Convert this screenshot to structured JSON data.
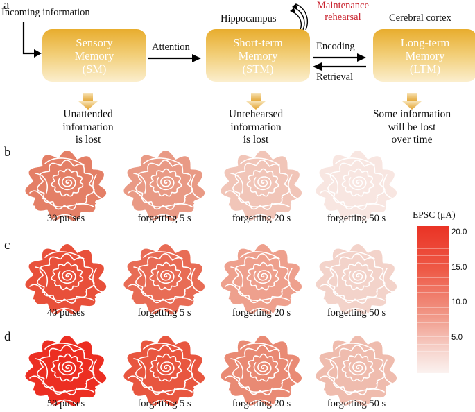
{
  "panels": {
    "a": "a",
    "b": "b",
    "c": "c",
    "d": "d"
  },
  "diagram": {
    "incoming": "Incoming information",
    "attention": "Attention",
    "encoding": "Encoding",
    "retrieval": "Retrieval",
    "hippocampus": "Hippocampus",
    "cerebral_cortex": "Cerebral cortex",
    "maintenance": [
      "Maintenance",
      "rehearsal"
    ],
    "boxes": [
      {
        "lines": [
          "Sensory",
          "Memory",
          "(SM)"
        ]
      },
      {
        "lines": [
          "Short-term",
          "Memory",
          "(STM)"
        ]
      },
      {
        "lines": [
          "Long-term",
          "Memory",
          "(LTM)"
        ]
      }
    ],
    "lost": [
      [
        "Unattended",
        "information",
        "is lost"
      ],
      [
        "Unrehearsed",
        "information",
        "is lost"
      ],
      [
        "Some information",
        "will be lost",
        "over time"
      ]
    ]
  },
  "rose_rows": [
    {
      "panel": "b",
      "captions": [
        "30 pulses",
        "forgetting 5 s",
        "forgetting 20 s",
        "forgetting 50 s"
      ],
      "colors": [
        "#e47f66",
        "#e99a85",
        "#f1c5b8",
        "#f8e6e1"
      ]
    },
    {
      "panel": "c",
      "captions": [
        "40 pulses",
        "forgetting 5 s",
        "forgetting 20 s",
        "forgetting 50 s"
      ],
      "colors": [
        "#e8503a",
        "#e86c55",
        "#eea08d",
        "#f3d3ca"
      ]
    },
    {
      "panel": "d",
      "captions": [
        "50 pulses",
        "forgetting 5 s",
        "forgetting 20 s",
        "forgetting 50 s"
      ],
      "colors": [
        "#ec2e22",
        "#e8563f",
        "#e98a74",
        "#efbcae"
      ]
    }
  ],
  "colorbar": {
    "title": "EPSC (μA)",
    "ticks": [
      "20.0",
      "15.0",
      "10.0",
      "5.0"
    ],
    "tick_values": [
      20,
      15,
      10,
      5
    ],
    "range": [
      0,
      21
    ],
    "colors": [
      "#fbf2f0",
      "#ea3325"
    ]
  }
}
